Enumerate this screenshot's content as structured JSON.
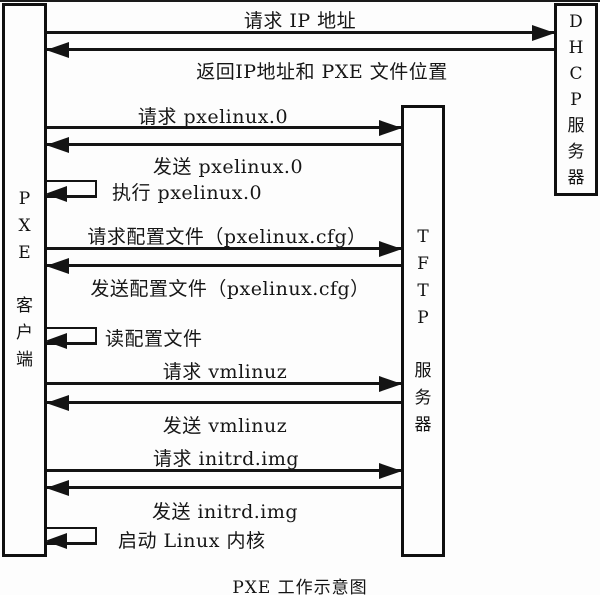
{
  "diagram": {
    "caption": "PXE 工作示意图",
    "type": "sequence-diagram",
    "colors": {
      "background": "#fdfdfd",
      "line": "#141414",
      "text": "#161616"
    }
  },
  "actors": {
    "pxe_client": {
      "name": "PXE 客户端",
      "chars": [
        "P",
        "X",
        "E",
        "客",
        "户",
        "端"
      ]
    },
    "dhcp_server": {
      "name": "DHCP 服务器",
      "chars": [
        "D",
        "H",
        "C",
        "P",
        "服",
        "务",
        "器"
      ]
    },
    "tftp_server": {
      "name": "TFTP 服务器",
      "chars": [
        "T",
        "F",
        "T",
        "P",
        "服",
        "务",
        "器"
      ]
    }
  },
  "messages": [
    {
      "label": "请求 IP 地址",
      "from": "pxe_client",
      "to": "dhcp_server",
      "direction": "right"
    },
    {
      "label": "返回IP地址和 PXE 文件位置",
      "from": "dhcp_server",
      "to": "pxe_client",
      "direction": "left"
    },
    {
      "label": "请求 pxelinux.0",
      "from": "pxe_client",
      "to": "tftp_server",
      "direction": "right"
    },
    {
      "label": "发送 pxelinux.0",
      "from": "tftp_server",
      "to": "pxe_client",
      "direction": "left"
    },
    {
      "label": "执行 pxelinux.0",
      "from": "pxe_client",
      "to": "pxe_client",
      "direction": "self"
    },
    {
      "label": "请求配置文件（pxelinux.cfg）",
      "from": "pxe_client",
      "to": "tftp_server",
      "direction": "right"
    },
    {
      "label": "发送配置文件（pxelinux.cfg）",
      "from": "tftp_server",
      "to": "pxe_client",
      "direction": "left"
    },
    {
      "label": "读配置文件",
      "from": "pxe_client",
      "to": "pxe_client",
      "direction": "self"
    },
    {
      "label": "请求 vmlinuz",
      "from": "pxe_client",
      "to": "tftp_server",
      "direction": "right"
    },
    {
      "label": "发送 vmlinuz",
      "from": "tftp_server",
      "to": "pxe_client",
      "direction": "left"
    },
    {
      "label": "请求 initrd.img",
      "from": "pxe_client",
      "to": "tftp_server",
      "direction": "right"
    },
    {
      "label": "发送 initrd.img",
      "from": "tftp_server",
      "to": "pxe_client",
      "direction": "left"
    },
    {
      "label": "启动 Linux 内核",
      "from": "pxe_client",
      "to": "pxe_client",
      "direction": "self"
    }
  ]
}
